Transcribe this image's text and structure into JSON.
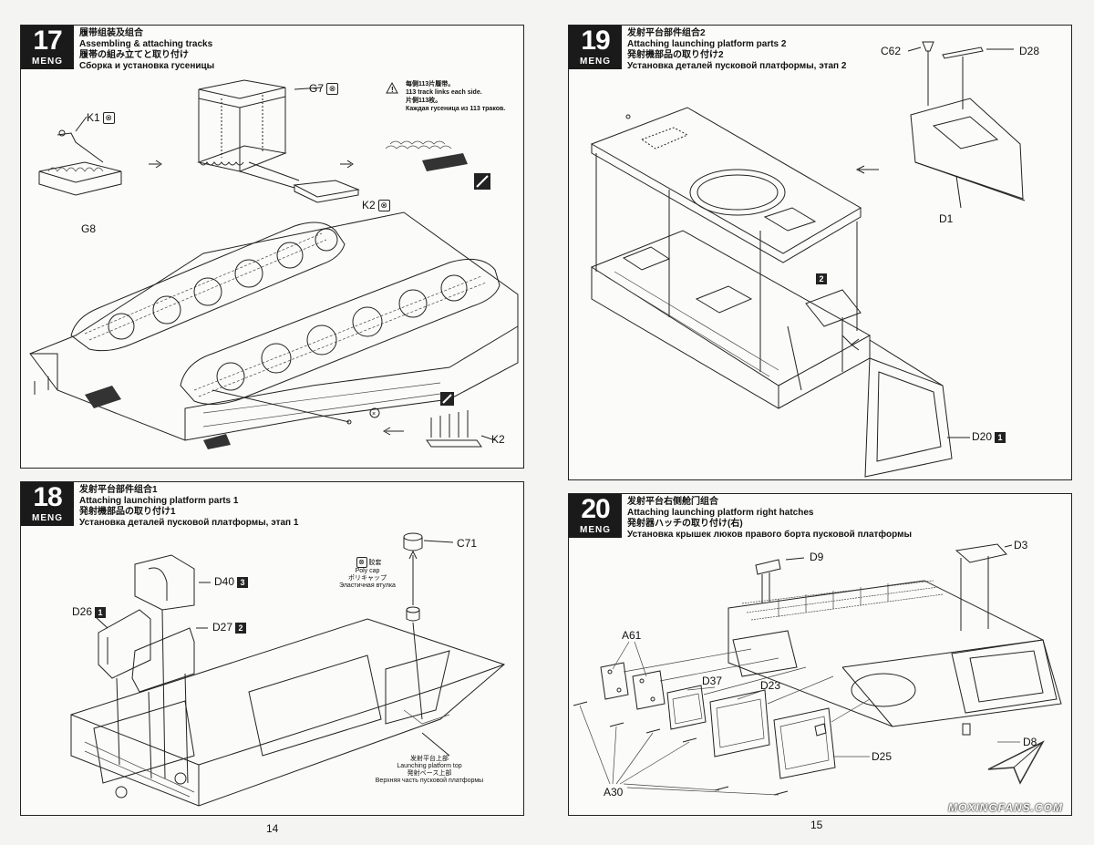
{
  "brand": "MENG",
  "page_left": "14",
  "page_right": "15",
  "watermark": "MOXINGFANS.COM",
  "step17": {
    "number": "17",
    "title_cn": "履带组装及组合",
    "title_en": "Assembling & attaching tracks",
    "title_jp": "履帯の組み立てと取り付け",
    "title_ru": "Сборка и установка гусеницы",
    "note_cn": "每侧113片履带。",
    "note_en": "113 track links each side.",
    "note_jp": "片側113枚。",
    "note_ru": "Каждая гусеница из 113 траков.",
    "labels": {
      "g7": "G7",
      "k1": "K1",
      "k2a": "K2",
      "g8": "G8",
      "k2b": "K2"
    }
  },
  "step18": {
    "number": "18",
    "title_cn": "发射平台部件组合1",
    "title_en": "Attaching launching platform parts 1",
    "title_jp": "発射機部品の取り付け1",
    "title_ru": "Установка деталей пусковой платформы, этап 1",
    "labels": {
      "d40": "D40",
      "d40_box": "3",
      "d26": "D26",
      "d26_box": "1",
      "d27": "D27",
      "d27_box": "2",
      "c71": "C71"
    },
    "polycap_cn": "胶套",
    "polycap_en": "Poly cap",
    "polycap_jp": "ポリキャップ",
    "polycap_ru": "Эластичная втулка",
    "top_cn": "发射平台上部",
    "top_en": "Launching platform top",
    "top_jp": "発射ベース上部",
    "top_ru": "Верхняя часть пусковой платформы"
  },
  "step19": {
    "number": "19",
    "title_cn": "发射平台部件组合2",
    "title_en": "Attaching launching platform parts 2",
    "title_jp": "発射機部品の取り付け2",
    "title_ru": "Установка деталей пусковой платформы, этап 2",
    "labels": {
      "c62": "C62",
      "d28": "D28",
      "d1": "D1",
      "box2": "2",
      "d20": "D20",
      "d20_box": "1"
    }
  },
  "step20": {
    "number": "20",
    "title_cn": "发射平台右侧舱门组合",
    "title_en": "Attaching launching platform right hatches",
    "title_jp": "発射器ハッチの取り付け(右)",
    "title_ru": "Установка крышек люков правого борта пусковой платформы",
    "labels": {
      "d9": "D9",
      "d3": "D3",
      "a61": "A61",
      "d37": "D37",
      "d23": "D23",
      "d25": "D25",
      "d8": "D8",
      "a30": "A30"
    }
  }
}
